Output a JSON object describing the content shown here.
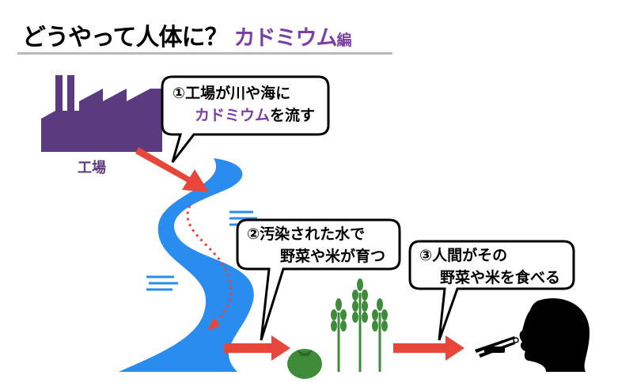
{
  "title": {
    "main": "どうやって人体に？",
    "subject": "カドミウム",
    "suffix": "編"
  },
  "factory": {
    "label": "工場",
    "icon": "factory-icon"
  },
  "steps": [
    {
      "number": "①",
      "line1": "工場が川や海に",
      "line2_highlight": "カドミウム",
      "line2_rest": "を流す"
    },
    {
      "number": "②",
      "line1": "汚染された水で",
      "line2": "野菜や米が育つ"
    },
    {
      "number": "③",
      "line1": "人間がその",
      "line2": "野菜や米を食べる"
    }
  ],
  "colors": {
    "accent": "#7b3fa6",
    "factory": "#5b3a80",
    "river": "#2b8cf0",
    "arrow": "#e8463a",
    "plant": "#3e8c3a"
  }
}
